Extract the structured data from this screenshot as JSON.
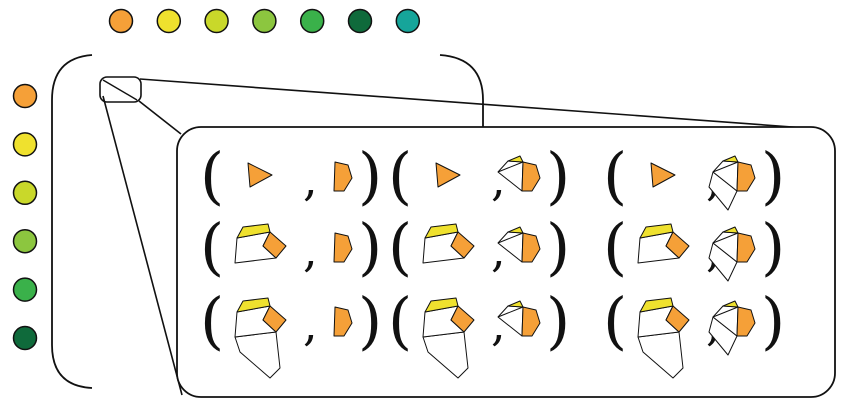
{
  "colors": {
    "orange": "#f5a038",
    "yellow": "#efe12e",
    "lime": "#c9d82a",
    "light_green": "#8cc63f",
    "green": "#3ab14a",
    "dark_green": "#0f6a3b",
    "teal": "#16a59a",
    "stroke": "#111111",
    "white": "#ffffff"
  },
  "top_row": {
    "dots": [
      {
        "name": "orange-dot",
        "color": "orange"
      },
      {
        "name": "yellow-dot",
        "color": "yellow"
      },
      {
        "name": "lime-dot",
        "color": "lime"
      },
      {
        "name": "light-green-dot",
        "color": "light_green"
      },
      {
        "name": "green-dot",
        "color": "green"
      },
      {
        "name": "dark-green-dot",
        "color": "dark_green"
      },
      {
        "name": "teal-dot",
        "color": "teal"
      }
    ]
  },
  "left_column": {
    "dots": [
      {
        "name": "orange-dot",
        "color": "orange"
      },
      {
        "name": "yellow-dot",
        "color": "yellow"
      },
      {
        "name": "lime-dot",
        "color": "lime"
      },
      {
        "name": "light-green-dot",
        "color": "light_green"
      },
      {
        "name": "green-dot",
        "color": "green"
      },
      {
        "name": "dark-green-dot",
        "color": "dark_green"
      }
    ]
  },
  "pair_grid": {
    "rows": 3,
    "cols": 3,
    "open_paren": "(",
    "close_paren": ")",
    "separator": ","
  }
}
